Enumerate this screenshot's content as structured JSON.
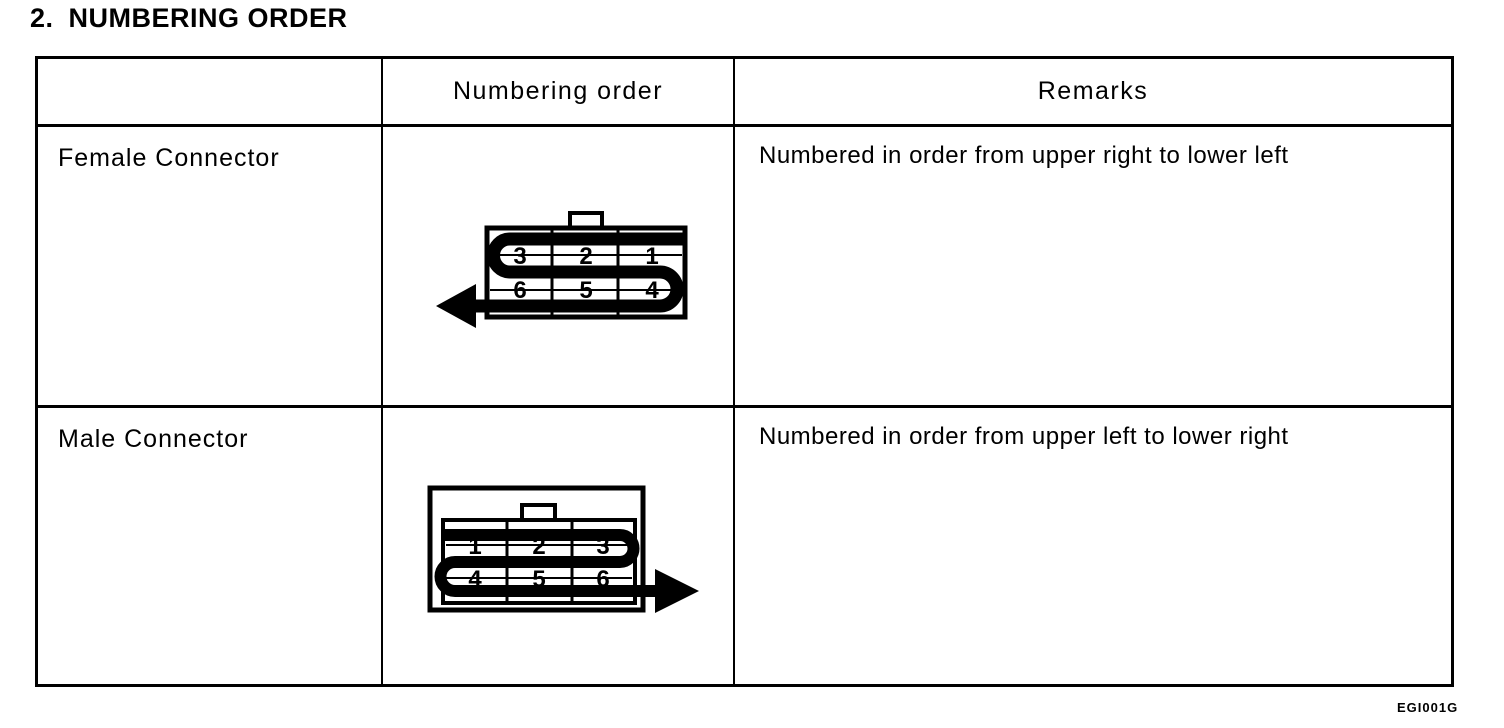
{
  "document": {
    "section_number": "2.",
    "section_title": "NUMBERING ORDER",
    "figure_code": "EGI001G"
  },
  "table": {
    "columns": [
      "",
      "Numbering order",
      "Remarks"
    ],
    "rows": [
      {
        "label": "Female Connector",
        "remark": "Numbered in order from upper right to lower left",
        "diagram": {
          "type": "female-connector-face",
          "arrow_direction": "left",
          "pins_top_row": [
            "3",
            "2",
            "1"
          ],
          "pins_bottom_row": [
            "6",
            "5",
            "4"
          ]
        }
      },
      {
        "label": "Male Connector",
        "remark": "Numbered in order from upper left to lower right",
        "diagram": {
          "type": "male-connector-face",
          "arrow_direction": "right",
          "pins_top_row": [
            "1",
            "2",
            "3"
          ],
          "pins_bottom_row": [
            "4",
            "5",
            "6"
          ]
        }
      }
    ]
  },
  "colors": {
    "ink": "#000000",
    "paper": "#ffffff"
  }
}
